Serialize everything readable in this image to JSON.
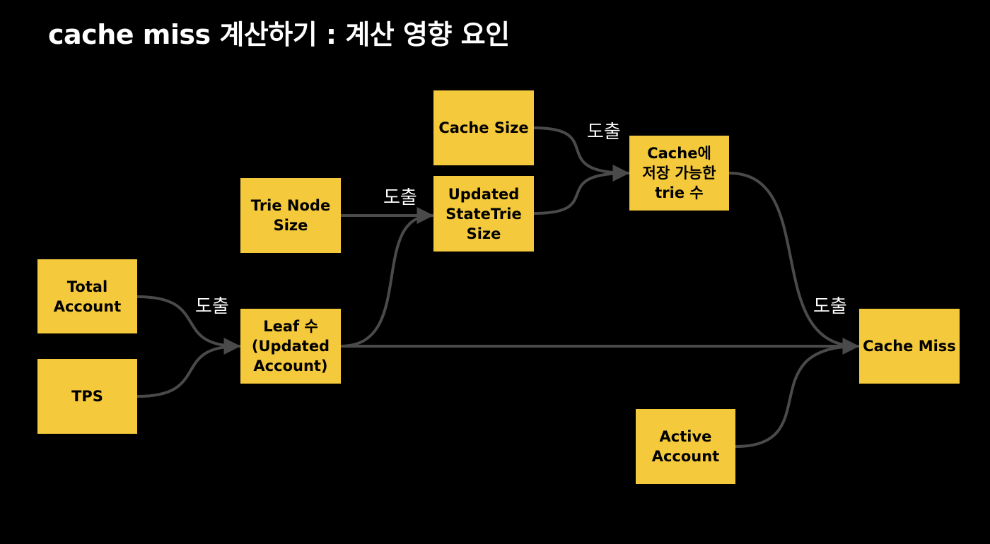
{
  "title": "cache miss 계산하기 : 계산 영향 요인",
  "colors": {
    "background": "#000000",
    "node_fill": "#f4c93b",
    "node_text": "#000000",
    "edge": "#4a4a4a",
    "label_text": "#ffffff"
  },
  "nodes": {
    "total_account": "Total\nAccount",
    "tps": "TPS",
    "trie_node_size": "Trie Node\nSize",
    "leaf_count": "Leaf 수\n(Updated\nAccount)",
    "cache_size": "Cache Size",
    "updated_statetrie_size": "Updated\nStateTrie\nSize",
    "trie_capacity": "Cache에\n저장 가능한\ntrie 수",
    "active_account": "Active\nAccount",
    "cache_miss": "Cache Miss"
  },
  "edge_labels": {
    "to_leaf": "도출",
    "to_statetrie": "도출",
    "to_capacity": "도출",
    "to_cache_miss": "도출"
  }
}
